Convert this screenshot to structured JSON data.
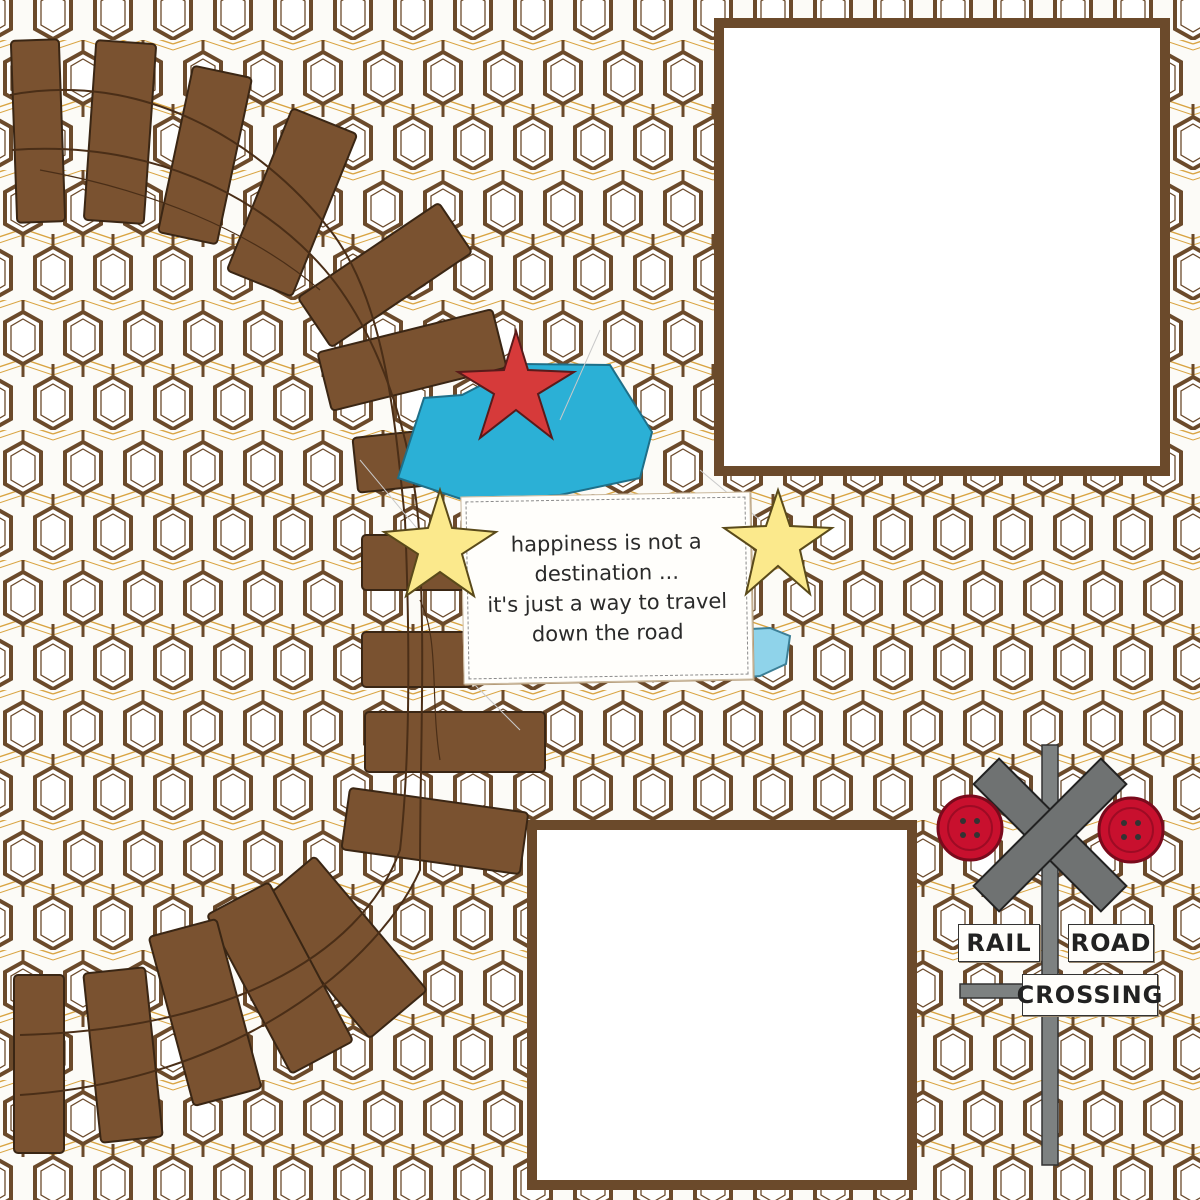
{
  "quote": {
    "line1": "happiness is not a",
    "line2": "destination ...",
    "line3": "it's just a way to travel",
    "line4": "down the road"
  },
  "signs": {
    "rail": "RAIL",
    "road": "ROAD",
    "crossing": "CROSSING"
  },
  "colors": {
    "background": "#fcfbf7",
    "pattern_brown": "#6b4a2b",
    "pattern_gold": "#d9a441",
    "track_tie": "#7a5230",
    "mat_brown": "#6b4a2b",
    "star_red": "#d63a3a",
    "star_yellow": "#fbe98c",
    "ticket_blue": "#2bb0d6",
    "button_red": "#c8102e",
    "crossing_gray": "#6f7272"
  },
  "icons": [
    "red-star-icon",
    "yellow-star-icon",
    "train-ticket-icon",
    "railroad-crossing-icon",
    "red-button-icon"
  ]
}
